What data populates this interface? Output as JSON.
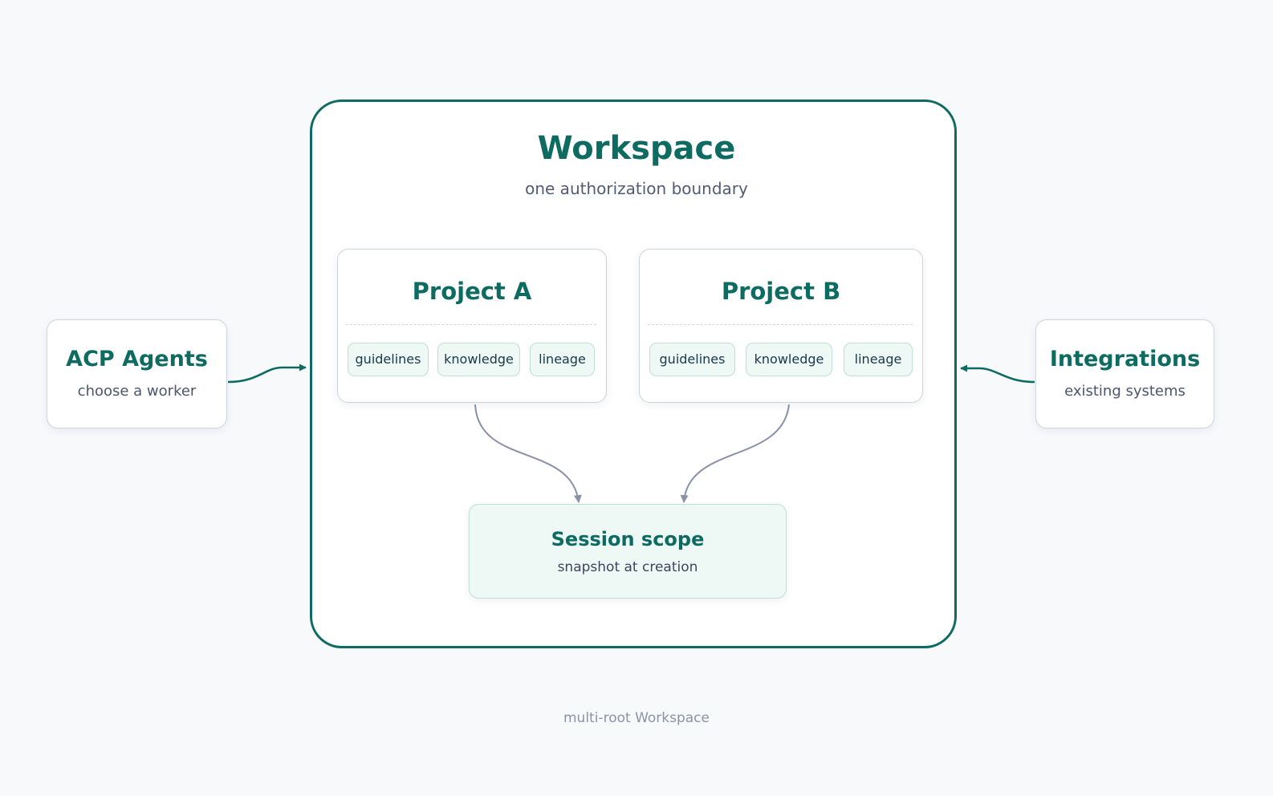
{
  "workspace": {
    "title": "Workspace",
    "subtitle": "one authorization boundary"
  },
  "projects": [
    {
      "title": "Project A",
      "chips": [
        "guidelines",
        "knowledge",
        "lineage"
      ]
    },
    {
      "title": "Project B",
      "chips": [
        "guidelines",
        "knowledge",
        "lineage"
      ]
    }
  ],
  "left_node": {
    "title": "ACP Agents",
    "subtitle": "choose a worker"
  },
  "right_node": {
    "title": "Integrations",
    "subtitle": "existing systems"
  },
  "session": {
    "title": "Session scope",
    "subtitle": "snapshot at creation"
  },
  "caption": "multi-root Workspace",
  "colors": {
    "accent": "#0e6b62",
    "chip_fill": "#eef8f5",
    "chip_border": "#bfded5",
    "card_border": "#cdd3df",
    "muted_arrow": "#8a90aa",
    "background": "#f8f9fb"
  }
}
